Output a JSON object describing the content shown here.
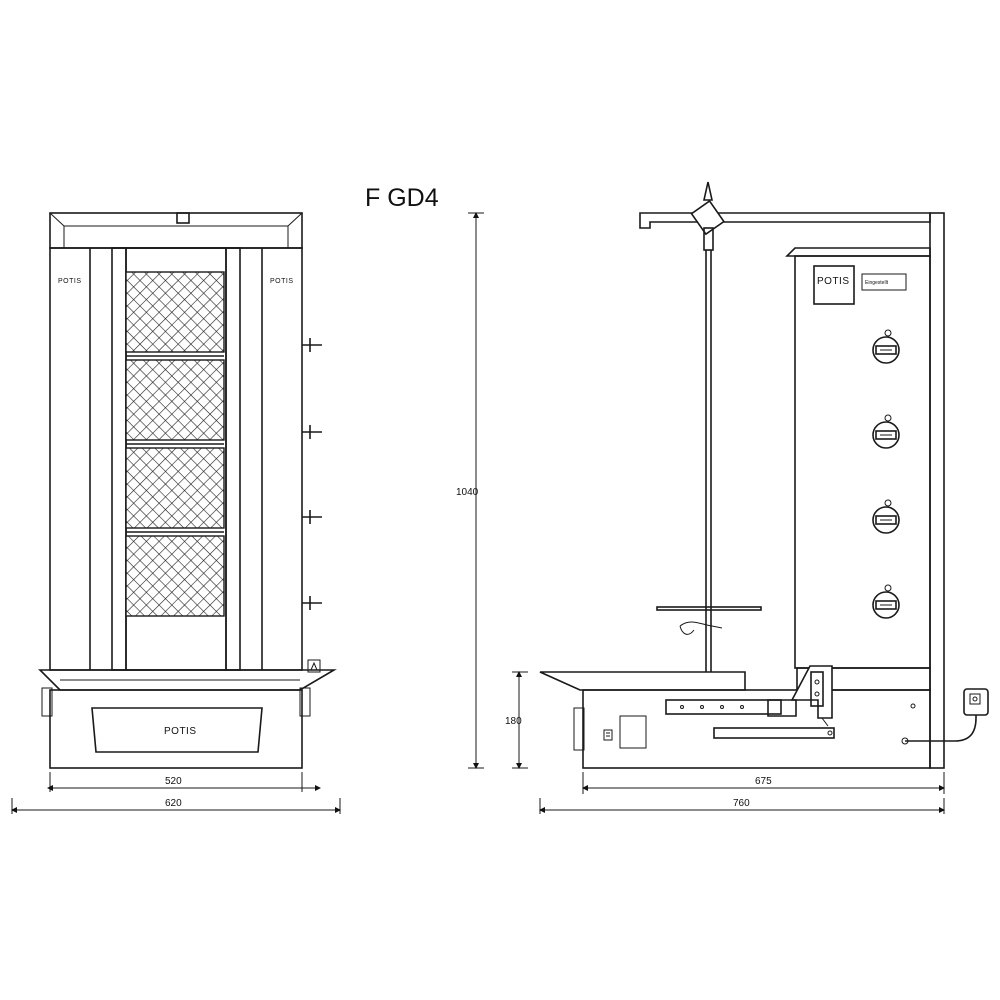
{
  "title": "F GD4",
  "front_view": {
    "brand_left": "POTIS",
    "brand_right": "POTIS",
    "drawer_label": "POTIS",
    "dim_inner_width": "520",
    "dim_outer_width": "620"
  },
  "side_view": {
    "panel_brand": "POTIS",
    "panel_badge": "Eingestellt",
    "dim_height": "1040",
    "dim_base_height": "180",
    "dim_depth_inner": "675",
    "dim_depth_outer": "760"
  }
}
